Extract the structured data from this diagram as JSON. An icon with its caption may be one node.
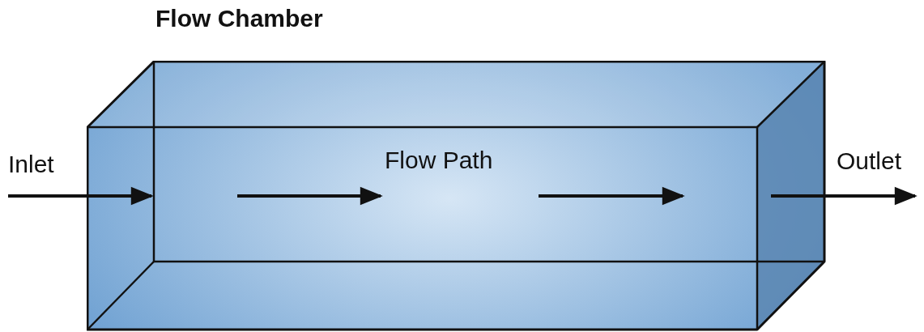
{
  "diagram": {
    "title": "Flow Chamber",
    "nodes": [
      {
        "text": [
          "Inlet"
        ]
      },
      {
        "text": [
          "Flow Path"
        ]
      },
      {
        "text": [
          "Outlet"
        ]
      }
    ],
    "edges": [
      {
        "from": 0,
        "to": 1,
        "arrow": "to"
      },
      {
        "from": 1,
        "to": 2,
        "arrow": "to"
      }
    ]
  }
}
